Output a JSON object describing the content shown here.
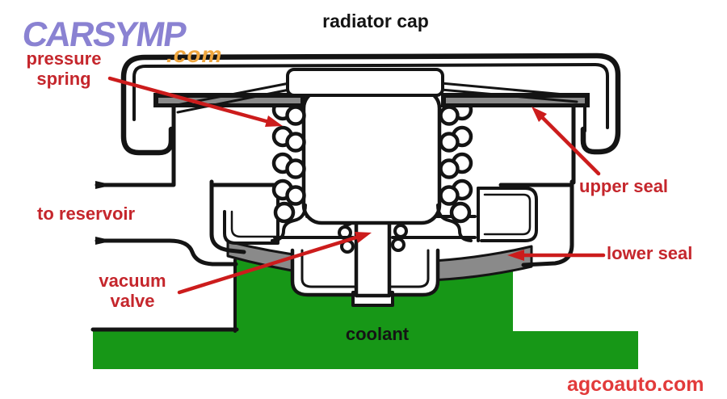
{
  "title": "radiator cap",
  "logo": {
    "text": "CARSYMP",
    "suffix": ".com"
  },
  "watermark": "agcoauto.com",
  "labels": {
    "pressure_spring": {
      "line1": "pressure",
      "line2": "spring"
    },
    "to_reservoir": "to reservoir",
    "vacuum_valve": {
      "line1": "vacuum",
      "line2": "valve"
    },
    "upper_seal": "upper seal",
    "lower_seal": "lower seal",
    "coolant": "coolant"
  },
  "colors": {
    "line": "#141414",
    "seal": "#8a8a8a",
    "green": "#179717",
    "label": "#c5262c",
    "arrow": "#cc1c1c",
    "logo": "#8a82d2",
    "logo2": "#efa63e",
    "wm": "#e23b3b"
  },
  "diagram_parts": [
    "cap-shell",
    "pressure-spring",
    "upper-seal",
    "lower-seal",
    "vacuum-valve",
    "reservoir-pipe",
    "coolant",
    "filler-neck"
  ]
}
